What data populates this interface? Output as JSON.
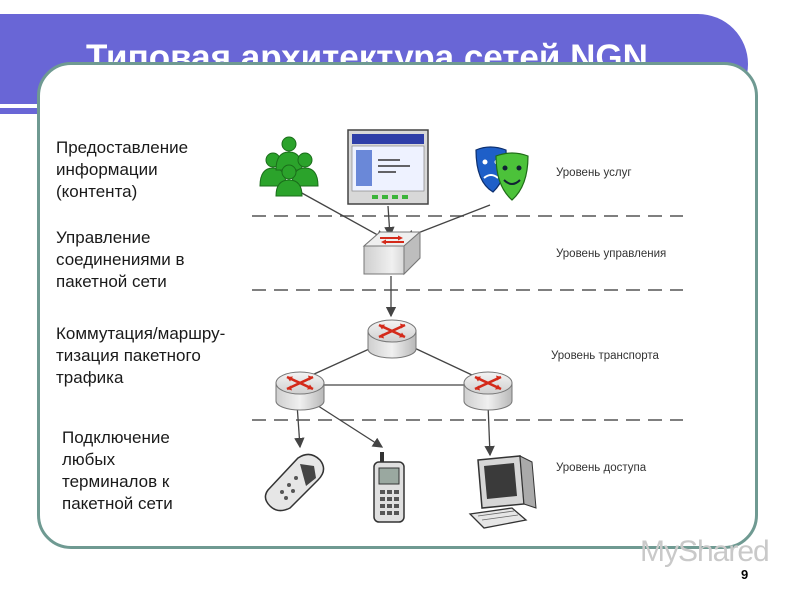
{
  "slide": {
    "title": "Типовая архитектура сетей NGN",
    "page_number": "9",
    "watermark": "MyShared"
  },
  "left_labels": [
    "Предоставление\nинформации\n(контента)",
    "Управление\nсоединениями в\nпакетной сети",
    "Коммутация/маршру-\nтизация пакетного\nтрафика",
    "Подключение\nлюбых\nтерминалов к\nпакетной сети"
  ],
  "levels": [
    "Уровень услуг",
    "Уровень управления",
    "Уровень транспорта",
    "Уровень доступа"
  ],
  "colors": {
    "title_bar": "#6966d6",
    "frame": "#6f9a92",
    "users_icon": "#2ba32b",
    "masks_blue": "#1e5fc8",
    "masks_green": "#4cc23a",
    "router_arrows": "#d42a1a"
  },
  "icons": [
    "users-group-icon",
    "application-window-icon",
    "theater-masks-icon",
    "switch-icon",
    "router-icon",
    "mobile-phone-icon",
    "cell-phone-icon",
    "computer-terminal-icon"
  ]
}
